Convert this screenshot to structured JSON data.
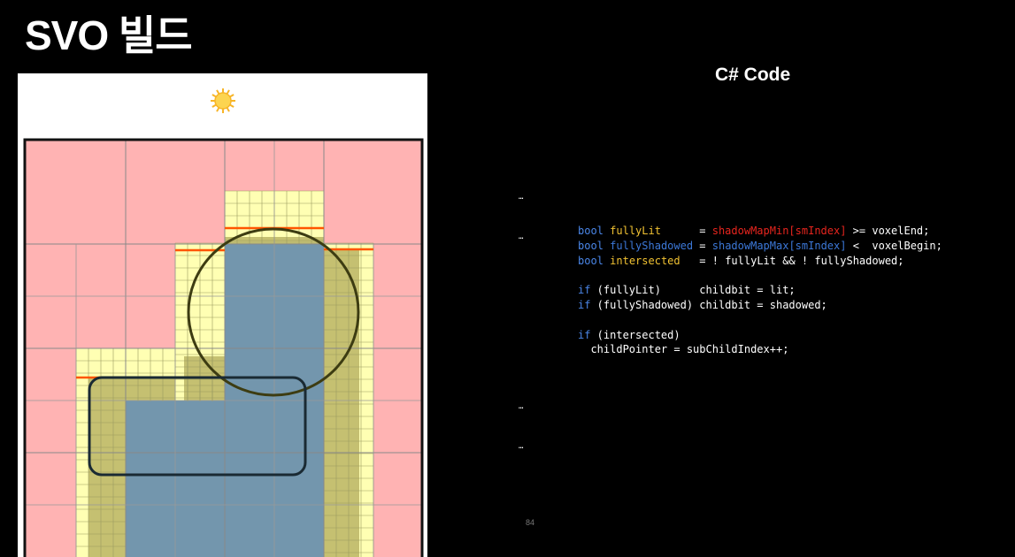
{
  "slide": {
    "title": "SVO 빌드",
    "code_heading": "C# Code",
    "page_number": "84"
  },
  "code": {
    "ellipsis_top": [
      "…",
      "…"
    ],
    "ellipsis_bottom": [
      "…",
      "…"
    ],
    "lines": [
      {
        "parts": [
          {
            "t": "bool",
            "c": "kw"
          },
          {
            "t": " "
          },
          {
            "t": "fullyLit",
            "c": "var"
          },
          {
            "t": "      = "
          },
          {
            "t": "shadowMapMin[smIndex]",
            "c": "red"
          },
          {
            "t": " >= voxelEnd;"
          }
        ]
      },
      {
        "parts": [
          {
            "t": "bool",
            "c": "kw"
          },
          {
            "t": " "
          },
          {
            "t": "fullyShadowed",
            "c": "blue"
          },
          {
            "t": " = "
          },
          {
            "t": "shadowMapMax[smIndex]",
            "c": "blue"
          },
          {
            "t": " <  voxelBegin;"
          }
        ]
      },
      {
        "parts": [
          {
            "t": "bool",
            "c": "kw"
          },
          {
            "t": " "
          },
          {
            "t": "intersected",
            "c": "var"
          },
          {
            "t": "   = ! fullyLit && ! fullyShadowed;"
          }
        ]
      },
      {
        "parts": [
          {
            "t": ""
          }
        ]
      },
      {
        "parts": [
          {
            "t": "if",
            "c": "kw"
          },
          {
            "t": " (fullyLit)      childbit = lit;"
          }
        ]
      },
      {
        "parts": [
          {
            "t": "if",
            "c": "kw"
          },
          {
            "t": " (fullyShadowed) childbit = shadowed;"
          }
        ]
      },
      {
        "parts": [
          {
            "t": ""
          }
        ]
      },
      {
        "parts": [
          {
            "t": "if",
            "c": "kw"
          },
          {
            "t": " (intersected)"
          }
        ]
      },
      {
        "parts": [
          {
            "t": "  childPointer = subChildIndex++;"
          }
        ]
      }
    ]
  },
  "figure": {
    "icons": [
      "sun-icon"
    ],
    "colors": {
      "lit": "#ffb3b3",
      "intersected": "#ffffb3",
      "shadowed": "#7396ad",
      "overlap": "#c2bd6e",
      "edge_marker": "#ff5500",
      "occluder_outline": "#3d3c12",
      "sun": "#f7b528"
    }
  }
}
